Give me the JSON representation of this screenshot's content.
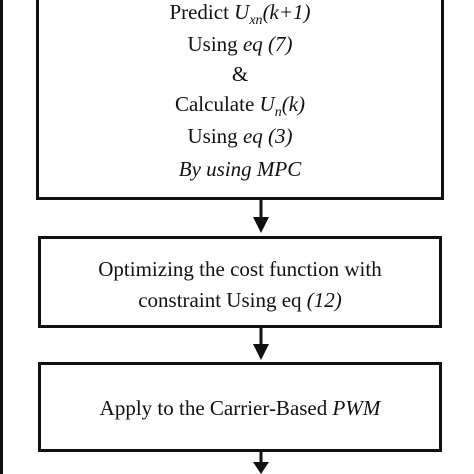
{
  "box1": {
    "line1_prefix": "Predict ",
    "line1_var": "U",
    "line1_sub": "xn",
    "line1_suffix": "(k+1)",
    "line2_prefix": "Using ",
    "line2_italic": "eq (7)",
    "line3": "&",
    "line4_prefix": "Calculate ",
    "line4_var": "U",
    "line4_sub": "n",
    "line4_suffix": "(k)",
    "line5_prefix": "Using ",
    "line5_italic": "eq (3)",
    "line6": "By using MPC"
  },
  "box2": {
    "line1": "Optimizing the cost function with",
    "line2_prefix": "constraint Using eq ",
    "line2_italic": "(12)"
  },
  "box3": {
    "text_prefix": "Apply to the Carrier-Based ",
    "text_italic": "PWM"
  },
  "colors": {
    "stroke": "#111111",
    "background": "#ffffff"
  }
}
